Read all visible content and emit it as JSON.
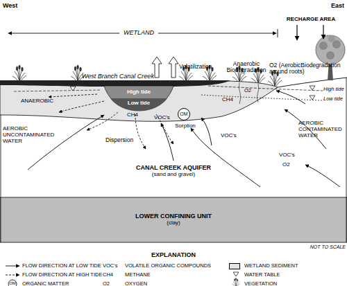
{
  "diagram": {
    "nodes": [
      {
        "text": [
          "CANAL CREEK AQUIFER",
          "(sand and gravel)"
        ]
      },
      {
        "text": [
          "LOWER CONFINING UNIT",
          "(clay)"
        ]
      },
      {
        "text": [
          "High tide"
        ]
      },
      {
        "text": [
          "Low tide"
        ]
      },
      {
        "text": [
          "OM"
        ]
      }
    ],
    "labels": [
      "West",
      "East",
      "WETLAND",
      "RECHARGE AREA",
      "Volatilization",
      "Anaerobic Biodegradation",
      "O2 (AerobicBiodegradation around roots)",
      "West Branch Canal Creek",
      "High tide",
      "Low tide",
      "ANAEROBIC",
      "CH4",
      "VOC's",
      "Sorption",
      "Dispersion",
      "AEROBIC UNCONTAMINATED WATER",
      "CH4",
      "O2",
      "VOC's",
      "AEROBIC CONTAMINATED WATER",
      "VOC's",
      "O2",
      "NOT TO SCALE",
      "EXPLANATION",
      "VOC's",
      "CH4",
      "O2",
      "OM"
    ],
    "legend": [
      {
        "text": "FLOW DIRECTION AT LOW TIDE"
      },
      {
        "text": "FLOW DIRECTION AT HIGH TIDE"
      },
      {
        "text": "ORGANIC MATTER"
      },
      {
        "text": "VOLATILE ORGANIC COMPOUNDS"
      },
      {
        "text": "METHANE"
      },
      {
        "text": "OXYGEN"
      },
      {
        "text": "WETLAND SEDIMENT",
        "color": "#e4e4e4"
      },
      {
        "text": "WATER TABLE"
      },
      {
        "text": "VEGETATION"
      }
    ]
  }
}
